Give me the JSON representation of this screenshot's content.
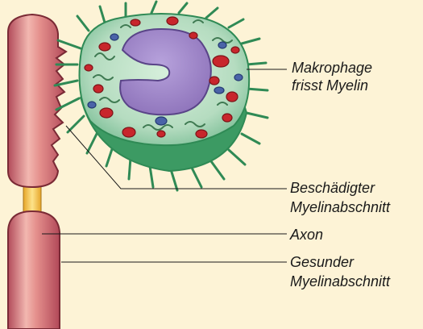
{
  "labels": {
    "macrophage_line1": "Makrophage",
    "macrophage_line2": "frisst Myelin",
    "damaged_line1": "Beschädigter",
    "damaged_line2": "Myelinabschnitt",
    "axon": "Axon",
    "healthy_line1": "Gesunder",
    "healthy_line2": "Myelinabschnitt"
  },
  "colors": {
    "background": "#fdf3d6",
    "myelin_fill": "#c9606e",
    "myelin_highlight": "#f0b6b0",
    "axon_core": "#f6c64a",
    "macrophage_body": "#bfe0c8",
    "macrophage_edge": "#2f8a55",
    "nucleus": "#9a83c6",
    "organelle_red": "#c8262c",
    "organelle_blue": "#4a63a8"
  }
}
